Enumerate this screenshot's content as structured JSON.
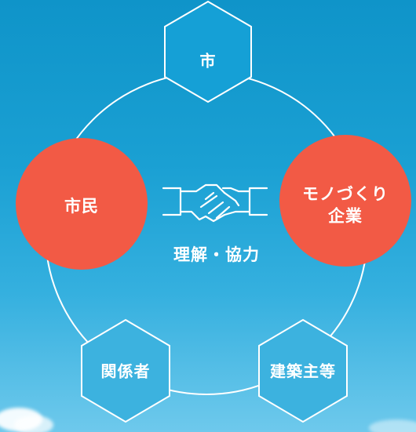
{
  "nodes": {
    "top_hexagon": "市",
    "left_circle": "市民",
    "right_circle_line1": "モノづくり",
    "right_circle_line2": "企業",
    "bottom_left_hexagon": "関係者",
    "bottom_right_hexagon": "建築主等"
  },
  "center": {
    "caption": "理解・協力",
    "icon": "handshake-icon"
  },
  "colors": {
    "circle_fill": "#f25a45",
    "line_color": "#ffffff",
    "sky_top": "#0f94c9",
    "sky_bottom": "#6ec9ec"
  }
}
